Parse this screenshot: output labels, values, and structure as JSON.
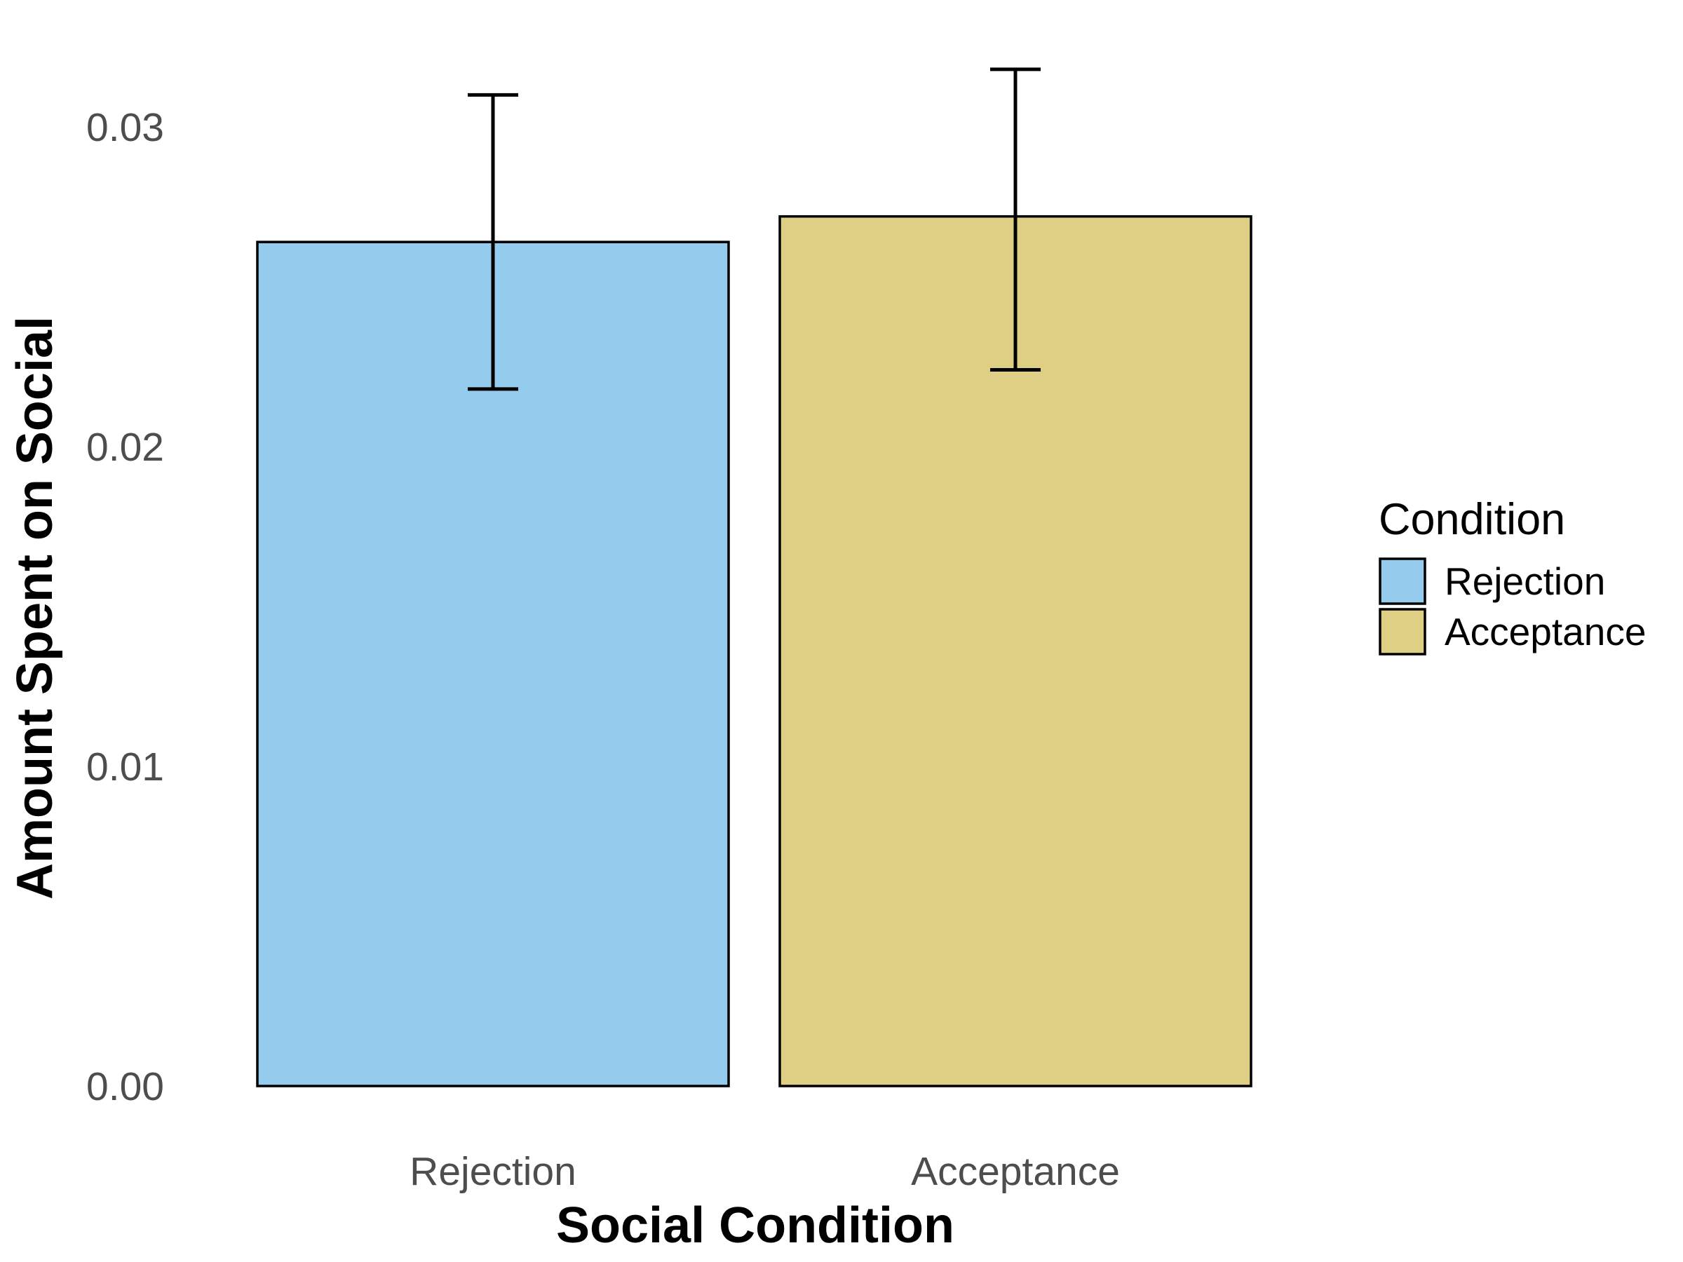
{
  "chart_data": {
    "type": "bar",
    "categories": [
      "Rejection",
      "Acceptance"
    ],
    "values": [
      0.0264,
      0.0272
    ],
    "error_low": [
      0.0218,
      0.0224
    ],
    "error_high": [
      0.031,
      0.0318
    ],
    "xlabel": "Social Condition",
    "ylabel": "Amount Spent on Social",
    "ylim": [
      0,
      0.032
    ],
    "yticks": [
      0,
      0.01,
      0.02,
      0.03
    ],
    "ytick_labels": [
      "0.00",
      "0.01",
      "0.02",
      "0.03"
    ],
    "grid": false,
    "colors": [
      "#95CCED",
      "#DECF85"
    ],
    "legend": {
      "title": "Condition",
      "placement": "right",
      "entries": [
        "Rejection",
        "Acceptance"
      ]
    }
  }
}
